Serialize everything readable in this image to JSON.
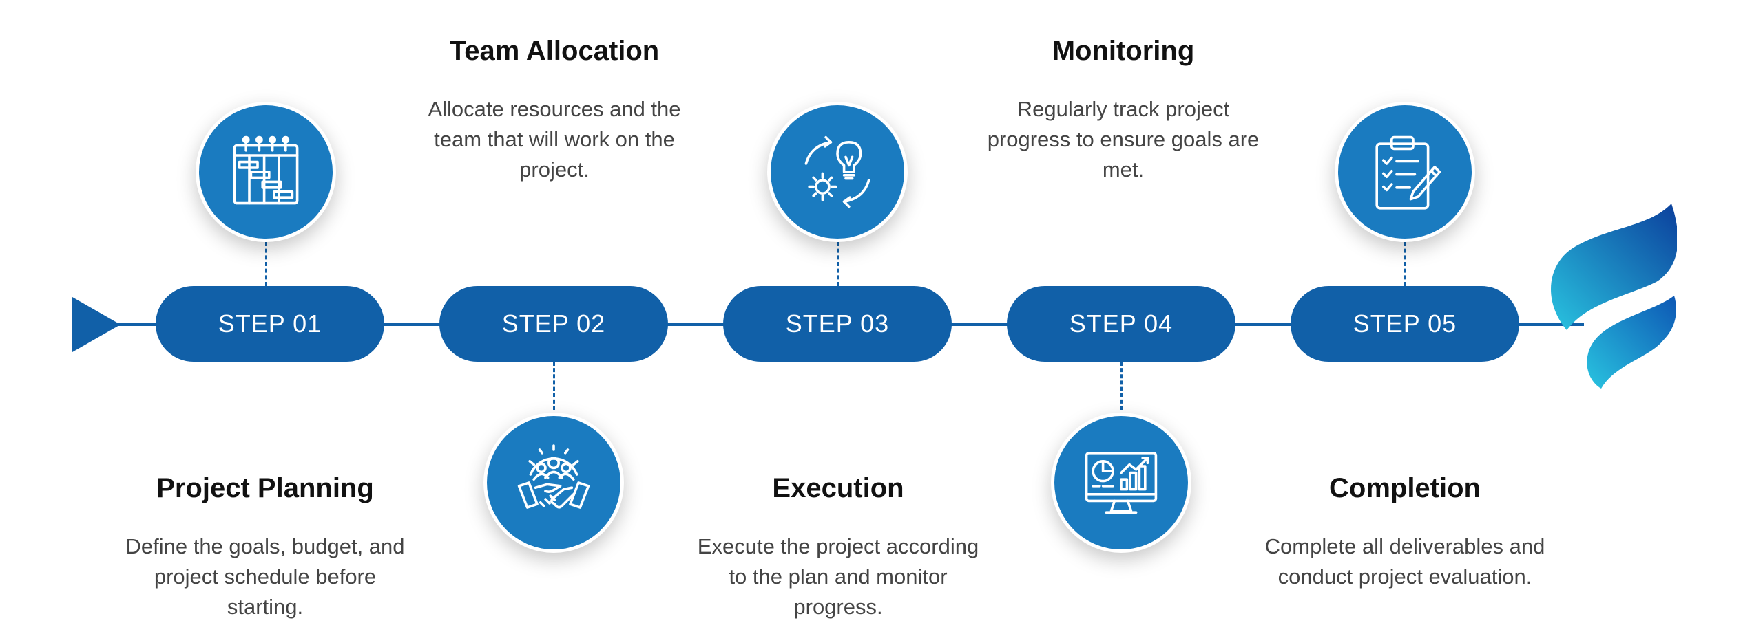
{
  "steps": [
    {
      "label": "STEP 01",
      "title": "Project Planning",
      "description": "Define the goals, budget, and project schedule before starting.",
      "icon": "gantt-chart-icon"
    },
    {
      "label": "STEP 02",
      "title": "Team Allocation",
      "description": "Allocate resources and the team that will work on the project.",
      "icon": "team-handshake-icon"
    },
    {
      "label": "STEP 03",
      "title": "Execution",
      "description": "Execute the project according to the plan and monitor progress.",
      "icon": "gear-idea-cycle-icon"
    },
    {
      "label": "STEP 04",
      "title": "Monitoring",
      "description": "Regularly track project progress to ensure goals are met.",
      "icon": "analytics-monitor-icon"
    },
    {
      "label": "STEP 05",
      "title": "Completion",
      "description": "Complete all deliverables and conduct project evaluation.",
      "icon": "checklist-clipboard-icon"
    }
  ],
  "colors": {
    "primary": "#1160a8",
    "icon_bg": "#1a7bc0",
    "logo_light": "#29c4e0",
    "logo_dark": "#0b3f9c"
  }
}
